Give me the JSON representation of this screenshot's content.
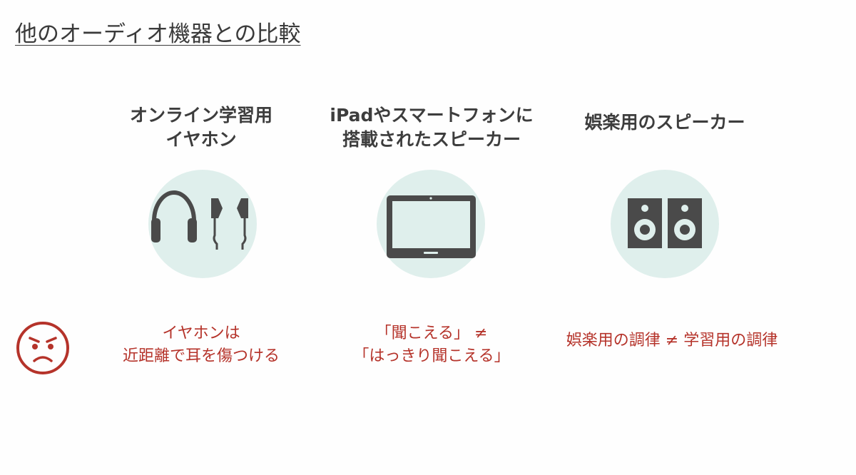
{
  "title": "他のオーディオ機器との比較",
  "columns": [
    {
      "heading_lines": [
        "オンライン学習用",
        "イヤホン"
      ],
      "icon": "headphones-earphones-icon",
      "note_lines": [
        "イヤホンは",
        "近距離で耳を傷つける"
      ]
    },
    {
      "heading_lines": [
        "iPadやスマートフォンに",
        "搭載されたスピーカー"
      ],
      "icon": "tablet-icon",
      "note_lines": [
        "「聞こえる」 ≠",
        "「はっきり聞こえる」"
      ]
    },
    {
      "heading_lines": [
        "娯楽用のスピーカー"
      ],
      "icon": "speakers-icon",
      "note_lines": [
        "娯楽用の調律 ≠ 学習用の調律"
      ]
    }
  ],
  "face_icon": "frowning-face-icon",
  "colors": {
    "accent_red": "#b5332a",
    "icon_gray": "#4a4a4a",
    "circle_bg": "#dfefec",
    "text_dark": "#3d3d3d"
  }
}
